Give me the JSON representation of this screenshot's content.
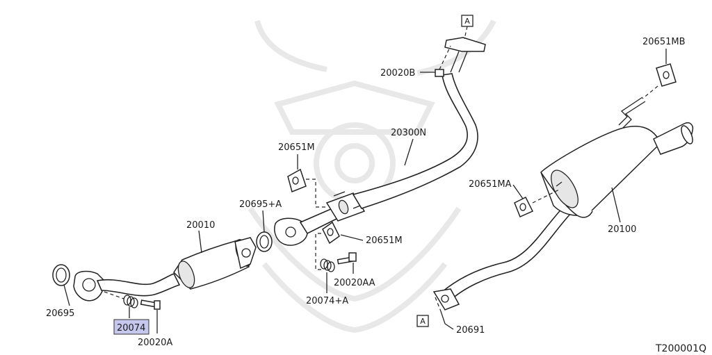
{
  "diagram": {
    "parts": [
      {
        "id": "p-20651MB",
        "label": "20651MB"
      },
      {
        "id": "p-20020B",
        "label": "20020B"
      },
      {
        "id": "p-20300N",
        "label": "20300N"
      },
      {
        "id": "p-20651M-top",
        "label": "20651M"
      },
      {
        "id": "p-20695A",
        "label": "20695+A"
      },
      {
        "id": "p-20010",
        "label": "20010"
      },
      {
        "id": "p-20651M-bot",
        "label": "20651M"
      },
      {
        "id": "p-20651MA",
        "label": "20651MA"
      },
      {
        "id": "p-20100",
        "label": "20100"
      },
      {
        "id": "p-20020AA",
        "label": "20020AA"
      },
      {
        "id": "p-20074A",
        "label": "20074+A"
      },
      {
        "id": "p-20695",
        "label": "20695"
      },
      {
        "id": "p-20074",
        "label": "20074",
        "highlighted": true
      },
      {
        "id": "p-20020A",
        "label": "20020A"
      },
      {
        "id": "p-20691",
        "label": "20691"
      }
    ],
    "connectors": [
      {
        "id": "conn-top",
        "label": "A"
      },
      {
        "id": "conn-bottom",
        "label": "A"
      }
    ],
    "figure_code": "T200001Q",
    "highlight_color": "#c5c8ec"
  }
}
